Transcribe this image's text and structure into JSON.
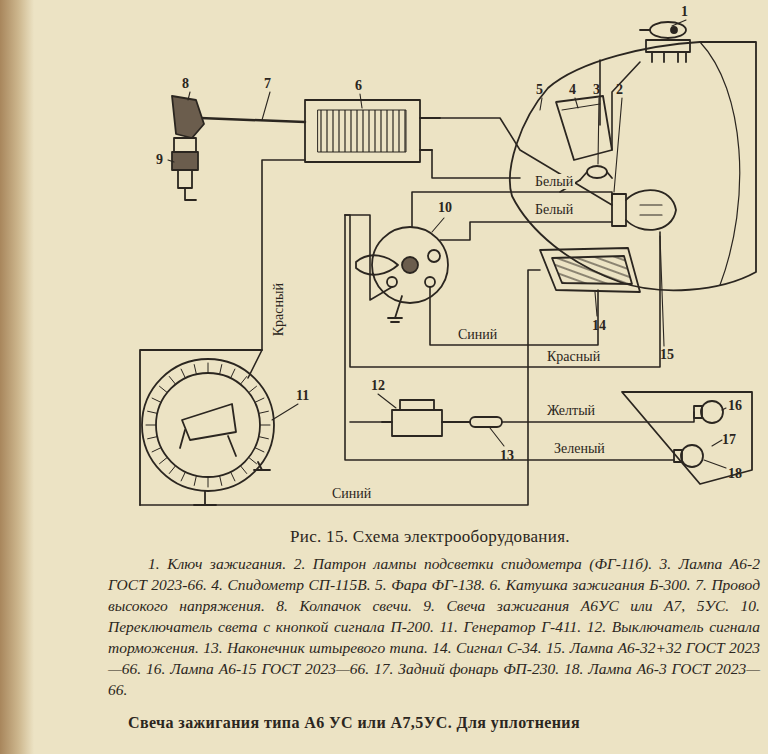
{
  "diagram": {
    "caption": "Рис. 15. Схема электрооборудования.",
    "labels": [
      "1",
      "2",
      "3",
      "4",
      "5",
      "6",
      "7",
      "8",
      "9",
      "10",
      "11",
      "12",
      "13",
      "14",
      "15",
      "16",
      "17",
      "18",
      "Белый",
      "Белый",
      "Синий",
      "Красный",
      "Красный",
      "Желтый",
      "Зеленый",
      "Синий",
      "1. Ключ зажигания. 2. Патрон лампы подсветки спидометра (ФГ-11б). 3. Лампа А6-2 ГОСТ 2023-66. 4. Спидометр СП-115В. 5. Фара ФГ-138. 6. Катушка зажигания Б-300. 7. Провод высокого напряжения. 8. Колпачок свечи. 9. Свеча зажигания А6УС или А7, 5УС. 10. Переключатель света с кнопкой сигнала П-200. 11. Генератор Г-411. 12. Выключатель сигнала торможения. 13. Наконечник штыревого типа. 14. Сигнал С-34. 15. Лампа А6-32+32 ГОСТ 2023—66. 16. Лампа А6-15 ГОСТ 2023—66. 17. Задний фонарь ФП-230. 18. Лампа А6-3 ГОСТ 2023—66.",
      "Свеча зажигания типа А6 УС или А7,5УС. Для уплотнения"
    ]
  }
}
